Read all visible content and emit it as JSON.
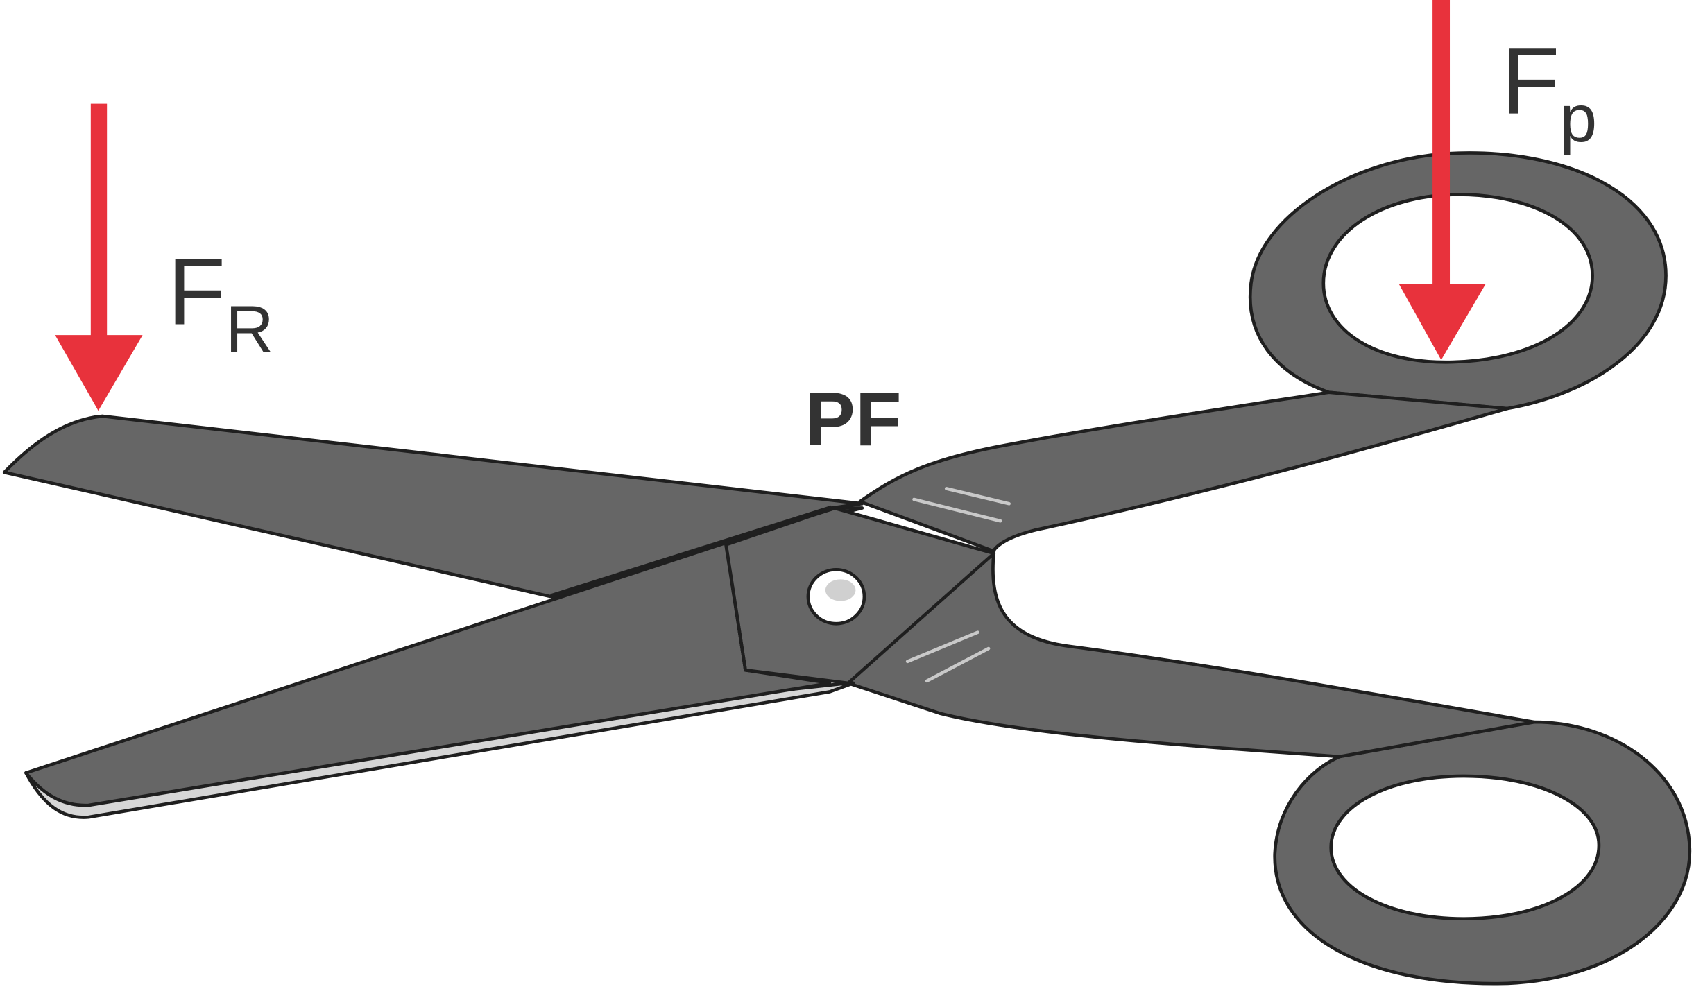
{
  "labels": {
    "resistance_main": "F",
    "resistance_sub": "R",
    "pivot": "PF",
    "effort_main": "F",
    "effort_sub": "p"
  },
  "colors": {
    "arrow": "#e8323c",
    "steel": "#666666",
    "outline": "#1f1f1f",
    "blade_edge": "#d6d6d6",
    "text": "#333333"
  },
  "icons": {
    "object": "scissors-icon",
    "force_arrow": "arrow-down-icon"
  }
}
